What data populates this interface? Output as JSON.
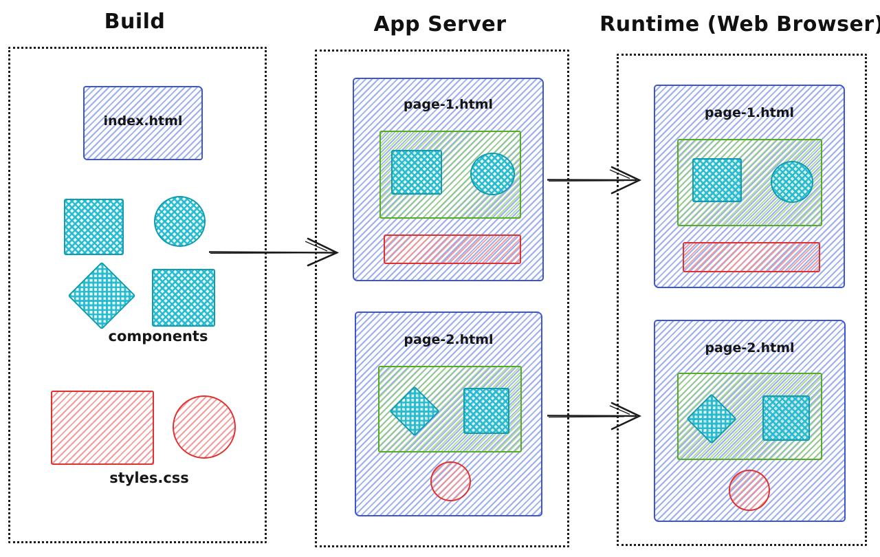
{
  "colors": {
    "blue_stroke": "#3b55d4",
    "blue_hatch": "#8ba0f0",
    "teal_stroke": "#0e9cae",
    "teal_hatch": "#23bacf",
    "green_stroke": "#56ad1f",
    "green_hatch": "#8cd264",
    "red_stroke": "#e03131",
    "red_hatch": "#f29191",
    "ink": "#1b1b1b"
  },
  "build": {
    "title": "Build",
    "index_label": "index.html",
    "components_label": "components",
    "styles_label": "styles.css"
  },
  "app_server": {
    "title": "App Server",
    "pages": [
      {
        "title": "page-1.html"
      },
      {
        "title": "page-2.html"
      }
    ]
  },
  "runtime": {
    "title": "Runtime (Web Browser)",
    "pages": [
      {
        "title": "page-1.html"
      },
      {
        "title": "page-2.html"
      }
    ]
  }
}
